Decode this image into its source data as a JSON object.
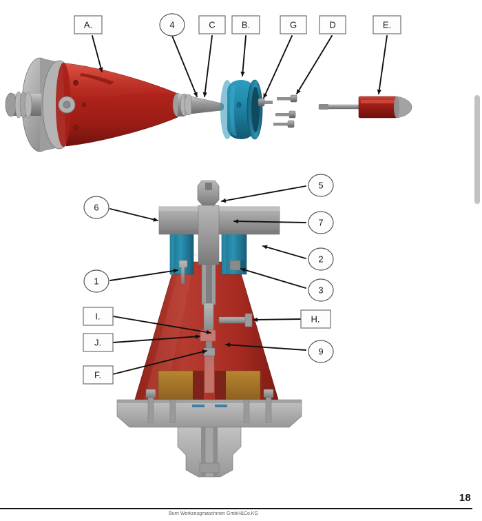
{
  "document": {
    "page_number": "18",
    "footer_company": "Burri Werkzeugmaschinen GmbH&Co.KG"
  },
  "exploded_view": {
    "title_hidden": "",
    "callouts": [
      {
        "id": "A",
        "label": "A.",
        "shape": "box"
      },
      {
        "id": "4",
        "label": "4",
        "shape": "circle"
      },
      {
        "id": "C",
        "label": "C",
        "shape": "box"
      },
      {
        "id": "B",
        "label": "B.",
        "shape": "box"
      },
      {
        "id": "G",
        "label": "G",
        "shape": "box"
      },
      {
        "id": "D",
        "label": "D",
        "shape": "box"
      },
      {
        "id": "E",
        "label": "E.",
        "shape": "box"
      }
    ],
    "colors": {
      "body_red": "#b5241c",
      "body_red_dark": "#7d1812",
      "ring_blue": "#1f89ab",
      "ring_blue_dark": "#17637c",
      "metal_grey": "#a8a8a8",
      "metal_grey_dark": "#7b7b7b",
      "shaft_tip_yellow": "#d2d36a"
    }
  },
  "section_view": {
    "callouts": [
      {
        "id": "6",
        "label": "6",
        "shape": "circle"
      },
      {
        "id": "1",
        "label": "1",
        "shape": "circle"
      },
      {
        "id": "5",
        "label": "5",
        "shape": "circle"
      },
      {
        "id": "7",
        "label": "7",
        "shape": "circle"
      },
      {
        "id": "2",
        "label": "2",
        "shape": "circle"
      },
      {
        "id": "3",
        "label": "3",
        "shape": "circle"
      },
      {
        "id": "9",
        "label": "9",
        "shape": "circle"
      },
      {
        "id": "I",
        "label": "I.",
        "shape": "box"
      },
      {
        "id": "J",
        "label": "J.",
        "shape": "box"
      },
      {
        "id": "F",
        "label": "F.",
        "shape": "box"
      },
      {
        "id": "H",
        "label": "H.",
        "shape": "box"
      }
    ],
    "colors": {
      "housing_red": "#a82b22",
      "housing_red_light": "#c4554a",
      "collar_blue": "#1d7d9c",
      "collar_blue_light": "#2a93b4",
      "cap_grey": "#9b9b9b",
      "cap_grey_dark": "#6e6e6e",
      "base_grey": "#b0b0b0",
      "coil_copper": "#a9762c",
      "magnet_purple": "#5b2f8f",
      "seal_pink": "#c77a72"
    }
  }
}
